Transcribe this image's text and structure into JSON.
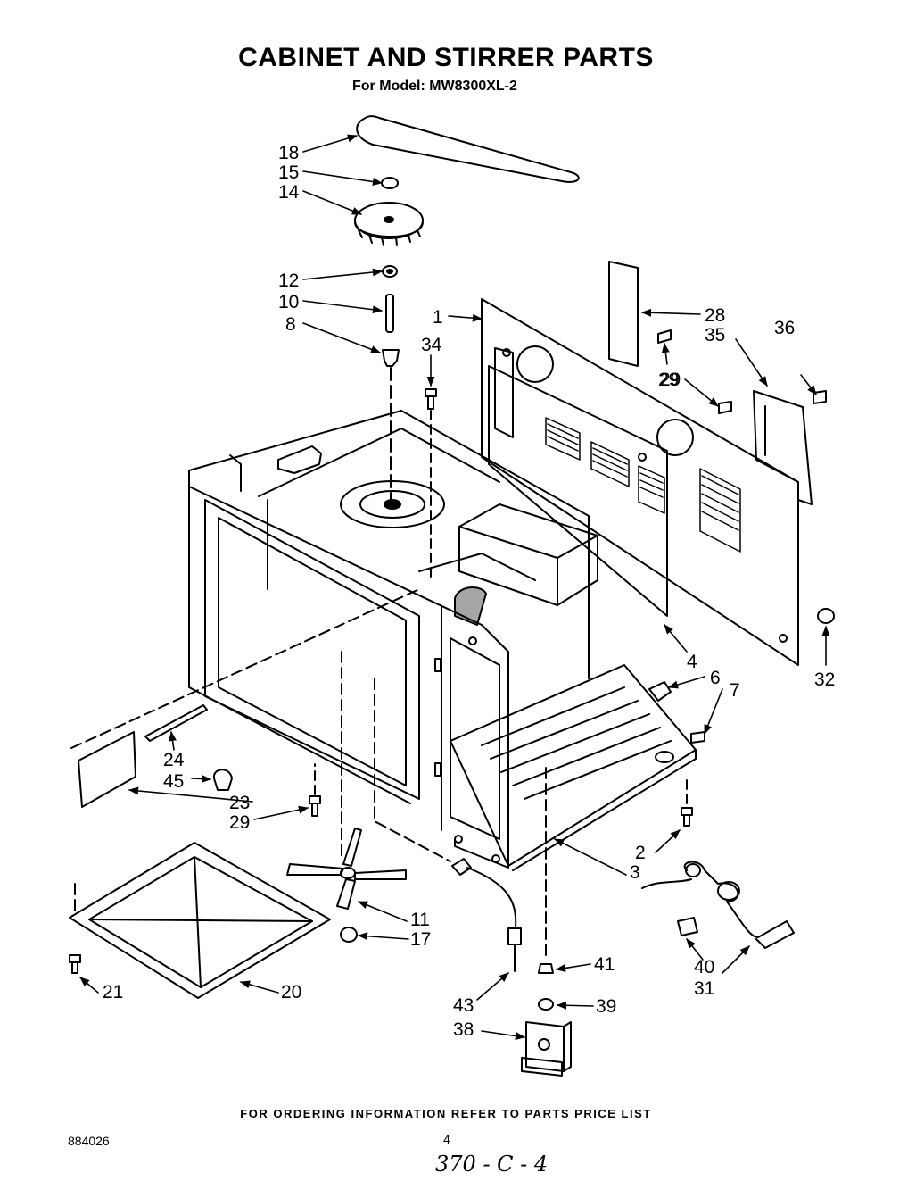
{
  "header": {
    "title": "CABINET AND STIRRER PARTS",
    "subtitle": "For Model: MW8300XL-2"
  },
  "callouts": [
    "18",
    "15",
    "14",
    "12",
    "10",
    "8",
    "34",
    "1",
    "28",
    "35",
    "36",
    "29",
    "29",
    "4",
    "6",
    "7",
    "32",
    "24",
    "45",
    "23",
    "29",
    "2",
    "3",
    "11",
    "17",
    "21",
    "20",
    "43",
    "41",
    "39",
    "38",
    "40",
    "31"
  ],
  "footer": {
    "ordering_note": "FOR ORDERING INFORMATION REFER TO PARTS PRICE LIST",
    "doc_number": "884026",
    "page_number": "4",
    "handwritten_note": "370 - C - 4"
  }
}
